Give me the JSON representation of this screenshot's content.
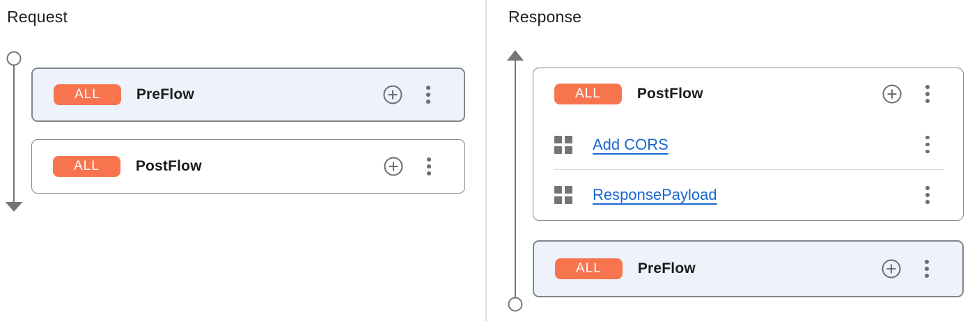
{
  "colors": {
    "badge_orange": "#F8744F",
    "selected_card_bg": "#EDF2FB",
    "link_blue": "#1967D2",
    "card_border": "#80868B",
    "icon_gray": "#6A6E73",
    "timeline_gray": "#757575",
    "divider_gray": "#DADCE0"
  },
  "request_panel": {
    "title": "Request",
    "flows": [
      {
        "badge": "ALL",
        "label": "PreFlow",
        "selected": true
      },
      {
        "badge": "ALL",
        "label": "PostFlow",
        "selected": false
      }
    ]
  },
  "response_panel": {
    "title": "Response",
    "flows": [
      {
        "badge": "ALL",
        "label": "PostFlow",
        "selected": false,
        "policies": [
          {
            "name": "Add CORS"
          },
          {
            "name": "ResponsePayload"
          }
        ]
      },
      {
        "badge": "ALL",
        "label": "PreFlow",
        "selected": true
      }
    ]
  },
  "icons": {
    "add_step": "plus-circle-icon",
    "flow_menu": "kebab-menu-icon",
    "policy": "policy-grid-icon",
    "request_direction": "arrow-down",
    "response_direction": "arrow-up"
  }
}
